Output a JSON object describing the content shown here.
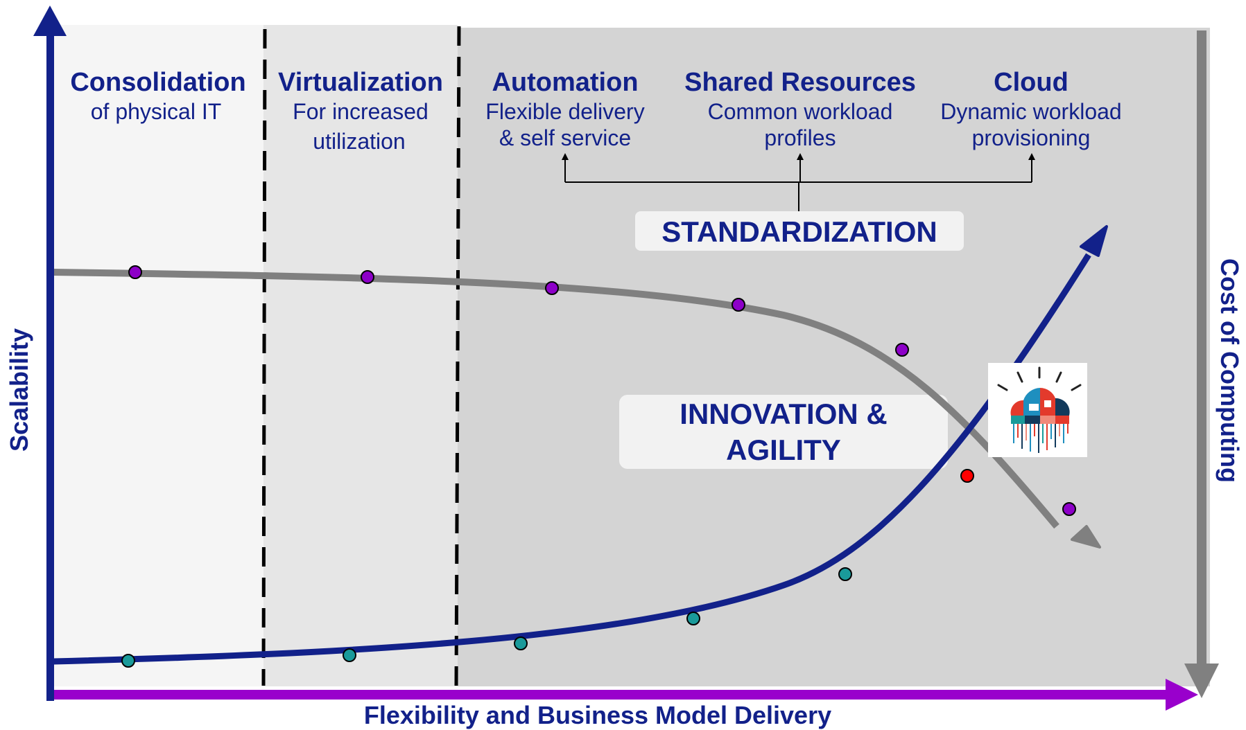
{
  "stages": [
    {
      "title": "Consolidation",
      "lines": [
        "of physical IT"
      ]
    },
    {
      "title": "Virtualization",
      "lines": [
        "For increased",
        "utilization"
      ]
    },
    {
      "title": "Automation",
      "lines": [
        "Flexible delivery",
        "& self service"
      ]
    },
    {
      "title": "Shared Resources",
      "lines": [
        "Common workload",
        "profiles"
      ]
    },
    {
      "title": "Cloud",
      "lines": [
        "Dynamic workload",
        "provisioning"
      ]
    }
  ],
  "standardization_label": "STANDARDIZATION",
  "innovation_label": [
    "INNOVATION &",
    "AGILITY"
  ],
  "axes": {
    "x_label": "Flexibility and Business Model Delivery",
    "y_left_label": "Scalability",
    "y_right_label": "Cost of Computing"
  },
  "colors": {
    "navy": "#12218a",
    "purple": "#9900cc",
    "gray_curve": "#808080",
    "marker_purple": "#8d00c8",
    "marker_teal": "#1a9a9a",
    "marker_red": "#ff0000"
  },
  "cloud_logo_icon": "ibm-cloud-logo-icon"
}
